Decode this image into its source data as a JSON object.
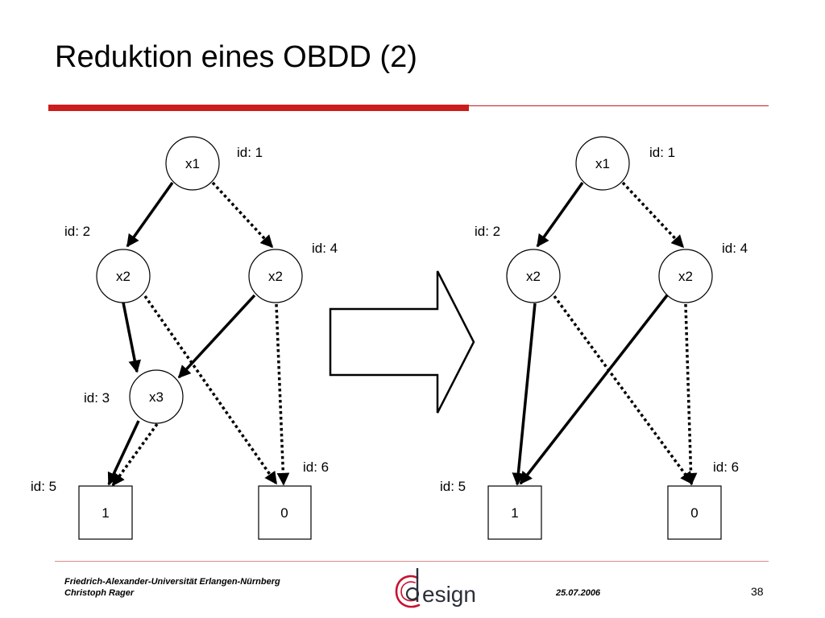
{
  "slide": {
    "title": "Reduktion eines OBDD (2)",
    "colors": {
      "accent": "#cc1d1d",
      "footer_rule": "#d98c8c"
    }
  },
  "diagram_left": {
    "nodes": [
      {
        "label": "x1",
        "id_label": "id: 1"
      },
      {
        "label": "x2",
        "id_label": "id: 2"
      },
      {
        "label": "x2",
        "id_label": "id: 4"
      },
      {
        "label": "x3",
        "id_label": "id: 3"
      },
      {
        "label": "1",
        "id_label": "id: 5"
      },
      {
        "label": "0",
        "id_label": "id: 6"
      }
    ]
  },
  "diagram_right": {
    "nodes": [
      {
        "label": "x1",
        "id_label": "id: 1"
      },
      {
        "label": "x2",
        "id_label": "id: 2"
      },
      {
        "label": "x2",
        "id_label": "id: 4"
      },
      {
        "label": "1",
        "id_label": "id: 5"
      },
      {
        "label": "0",
        "id_label": "id: 6"
      }
    ]
  },
  "footer": {
    "university": "Friedrich-Alexander-Universität Erlangen-Nürnberg",
    "author": "Christoph Rager",
    "logo_text": "esign",
    "date": "25.07.2006",
    "page": "38"
  }
}
